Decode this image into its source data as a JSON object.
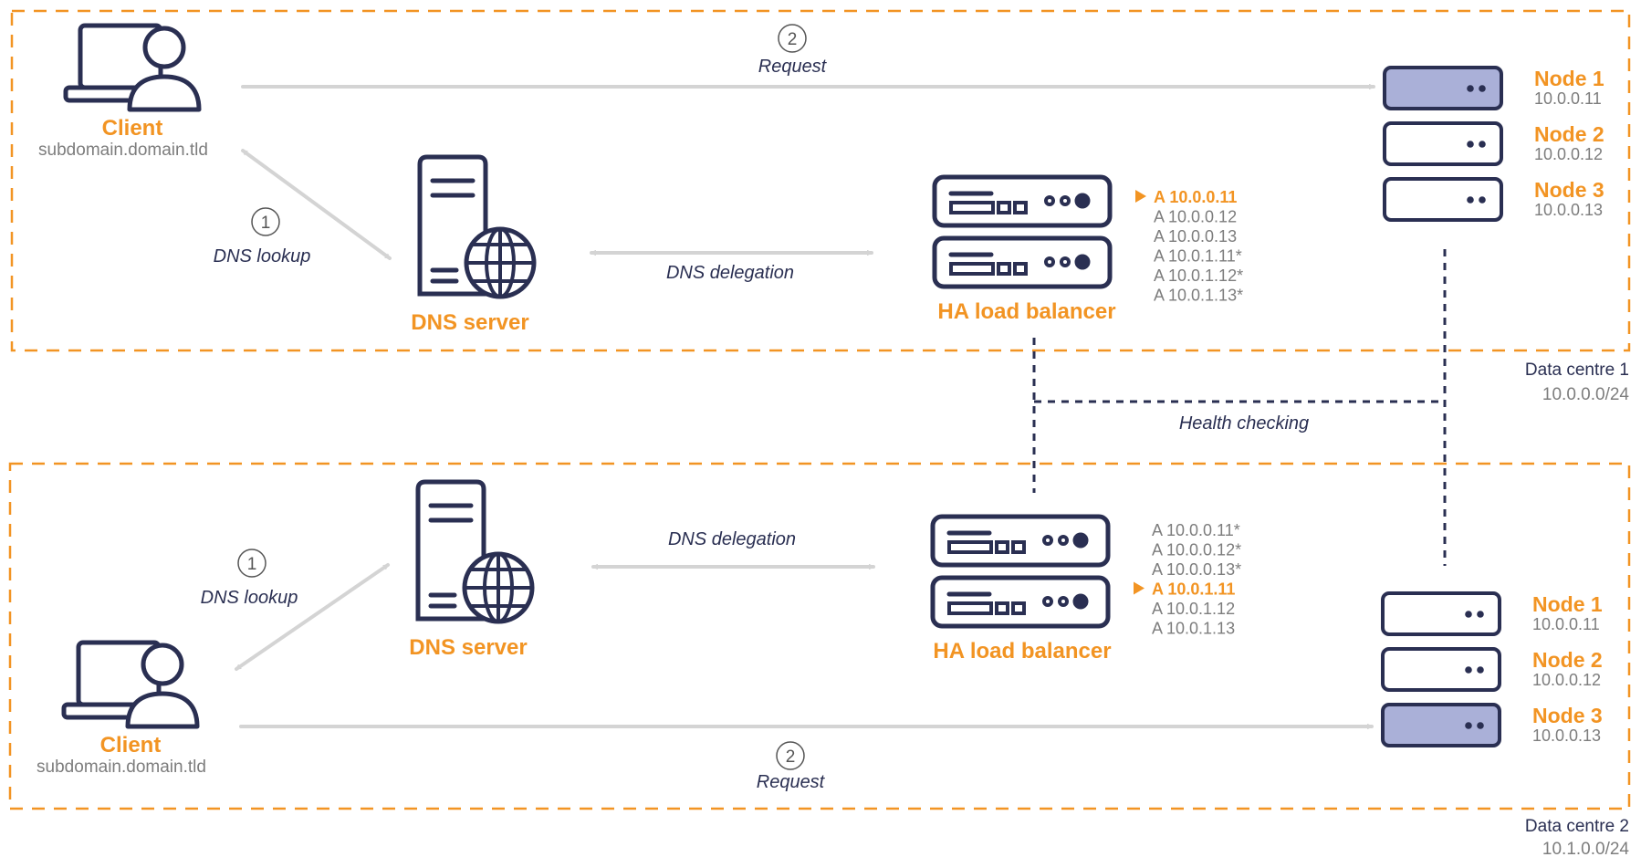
{
  "colors": {
    "accent": "#f29423",
    "navy": "#2a2f52",
    "gray_text": "#7d7d7d",
    "arrow": "#d4d4d4",
    "active_node_fill": "#aab0d8"
  },
  "dc1": {
    "name": "Data centre 1",
    "subnet": "10.0.0.0/24",
    "client": {
      "label": "Client",
      "host": "subdomain.domain.tld"
    },
    "dns_server": "DNS server",
    "load_balancer": "HA load balancer",
    "step1": {
      "num": "1",
      "label": "DNS lookup"
    },
    "step2": {
      "num": "2",
      "label": "Request"
    },
    "delegation": "DNS delegation",
    "records": [
      {
        "text": "A 10.0.0.11",
        "active": true
      },
      {
        "text": "A 10.0.0.12",
        "active": false
      },
      {
        "text": "A 10.0.0.13",
        "active": false
      },
      {
        "text": "A 10.0.1.11*",
        "active": false
      },
      {
        "text": "A 10.0.1.12*",
        "active": false
      },
      {
        "text": "A 10.0.1.13*",
        "active": false
      }
    ],
    "nodes": [
      {
        "name": "Node 1",
        "ip": "10.0.0.11",
        "active": true
      },
      {
        "name": "Node 2",
        "ip": "10.0.0.12",
        "active": false
      },
      {
        "name": "Node 3",
        "ip": "10.0.0.13",
        "active": false
      }
    ]
  },
  "health_checking": "Health checking",
  "dc2": {
    "name": "Data centre 2",
    "subnet": "10.1.0.0/24",
    "client": {
      "label": "Client",
      "host": "subdomain.domain.tld"
    },
    "dns_server": "DNS server",
    "load_balancer": "HA load balancer",
    "step1": {
      "num": "1",
      "label": "DNS lookup"
    },
    "step2": {
      "num": "2",
      "label": "Request"
    },
    "delegation": "DNS delegation",
    "records": [
      {
        "text": "A 10.0.0.11*",
        "active": false
      },
      {
        "text": "A 10.0.0.12*",
        "active": false
      },
      {
        "text": "A 10.0.0.13*",
        "active": false
      },
      {
        "text": "A 10.0.1.11",
        "active": true
      },
      {
        "text": "A 10.0.1.12",
        "active": false
      },
      {
        "text": "A 10.0.1.13",
        "active": false
      }
    ],
    "nodes": [
      {
        "name": "Node 1",
        "ip": "10.0.0.11",
        "active": false
      },
      {
        "name": "Node 2",
        "ip": "10.0.0.12",
        "active": false
      },
      {
        "name": "Node 3",
        "ip": "10.0.0.13",
        "active": true
      }
    ]
  }
}
